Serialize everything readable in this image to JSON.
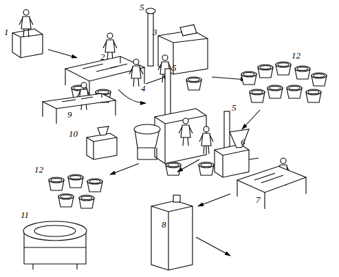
{
  "diagram": {
    "labels": [
      "5",
      "3",
      "1",
      "2",
      "12",
      "5",
      "4",
      "9",
      "5",
      "10",
      "6",
      "7",
      "12",
      "8",
      "11"
    ]
  }
}
